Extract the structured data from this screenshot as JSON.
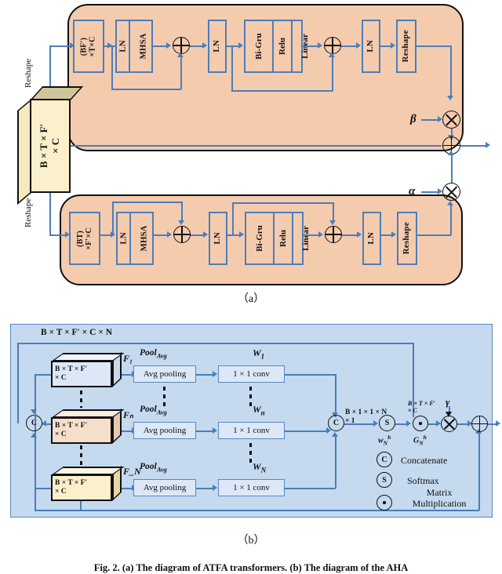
{
  "figure": {
    "caption": "Fig. 2.    (a) The diagram of ATFA transformers.  (b) The diagram of the AHA",
    "subcaption_a": "（a）",
    "subcaption_b": "（b）"
  },
  "colors": {
    "panel_a_fill": "#F5CBAE",
    "panel_b_fill": "#C5D9EF",
    "box_border_blue": "#4A7EBB",
    "connector_blue": "#4A7EBB",
    "cube_front": "#FCEFCB",
    "cube_top": "#CFC79A",
    "outline_black": "#111111"
  },
  "panel_a": {
    "input_cube": {
      "line1": "B × T × F′",
      "line2": "× C"
    },
    "reshape_top_label": "Reshape",
    "reshape_bottom_label": "Reshape",
    "top_branch": {
      "name": "temporal-transformer-branch",
      "input_box_line1": "(BF′)",
      "input_box_line2": "×T×C",
      "blocks": [
        "LN",
        "MHSA",
        "LN",
        "Bi-Gru",
        "Relu",
        "Linear",
        "LN",
        "Reshape"
      ],
      "add_op_1": "add",
      "add_op_2": "add",
      "scale_symbol": "β",
      "mul_op": "multiply"
    },
    "bottom_branch": {
      "name": "frequency-transformer-branch",
      "input_box_line1": "(BT)",
      "input_box_line2": "×F′×C",
      "blocks": [
        "LN",
        "MHSA",
        "LN",
        "Bi-Gru",
        "Relu",
        "Linear",
        "LN",
        "Reshape"
      ],
      "add_op_1": "add",
      "add_op_2": "add",
      "scale_symbol": "α",
      "mul_op": "multiply"
    },
    "output_add_op": "add"
  },
  "panel_b": {
    "title_dim": "B × T × F′ × C × N",
    "branches": [
      {
        "feature_label": "F₁",
        "cube_line1": "B × T × F′",
        "cube_line2": "× C",
        "cube_color": "#DCE8F7",
        "cube_top_color": "#EEF4FC",
        "pool_label": "Pool",
        "pool_sub": "Avg",
        "pool_box": "Avg pooling",
        "weight_label": "W",
        "weight_sub": "1",
        "conv_box": "1 × 1  conv"
      },
      {
        "feature_label": "Fₙ",
        "cube_line1": "B × T × F′",
        "cube_line2": "× C",
        "cube_color": "#F7DECB",
        "cube_top_color": "#FBEDE2",
        "pool_label": "Pool",
        "pool_sub": "Avg",
        "pool_box": "Avg pooling",
        "weight_label": "W",
        "weight_sub": "n",
        "conv_box": "1 × 1  conv"
      },
      {
        "feature_label": "F_N",
        "cube_line1": "B × T × F′",
        "cube_line2": "× C",
        "cube_color": "#FCEFCB",
        "cube_top_color": "#FDF6E3",
        "pool_label": "Pool",
        "pool_sub": "Avg",
        "pool_box": "Avg pooling",
        "weight_label": "W",
        "weight_sub": "N",
        "conv_box": "1 × 1  conv"
      }
    ],
    "concat_left_op": "C",
    "concat_right_op": "C",
    "concat_dim_line1": "B × 1 × 1 × N",
    "concat_dim_line2": "× 1",
    "softmax_op": "S",
    "softmax_out_label": "w",
    "softmax_out_sub": "N",
    "softmax_out_sup": "h",
    "matmul_op": "·",
    "matmul_dim_line1": "B × T × F′",
    "matmul_dim_line2": "× C",
    "matmul_out_label": "G",
    "matmul_out_sub": "N",
    "matmul_out_sup": "h",
    "gamma_symbol": "γ",
    "mul_op": "multiply",
    "add_op": "add",
    "legend": [
      {
        "symbol": "C",
        "text": "Concatenate"
      },
      {
        "symbol": "S",
        "text": "Softmax"
      },
      {
        "symbol": "·",
        "text_line1": "Matrix",
        "text_line2": "Multiplication"
      }
    ]
  }
}
